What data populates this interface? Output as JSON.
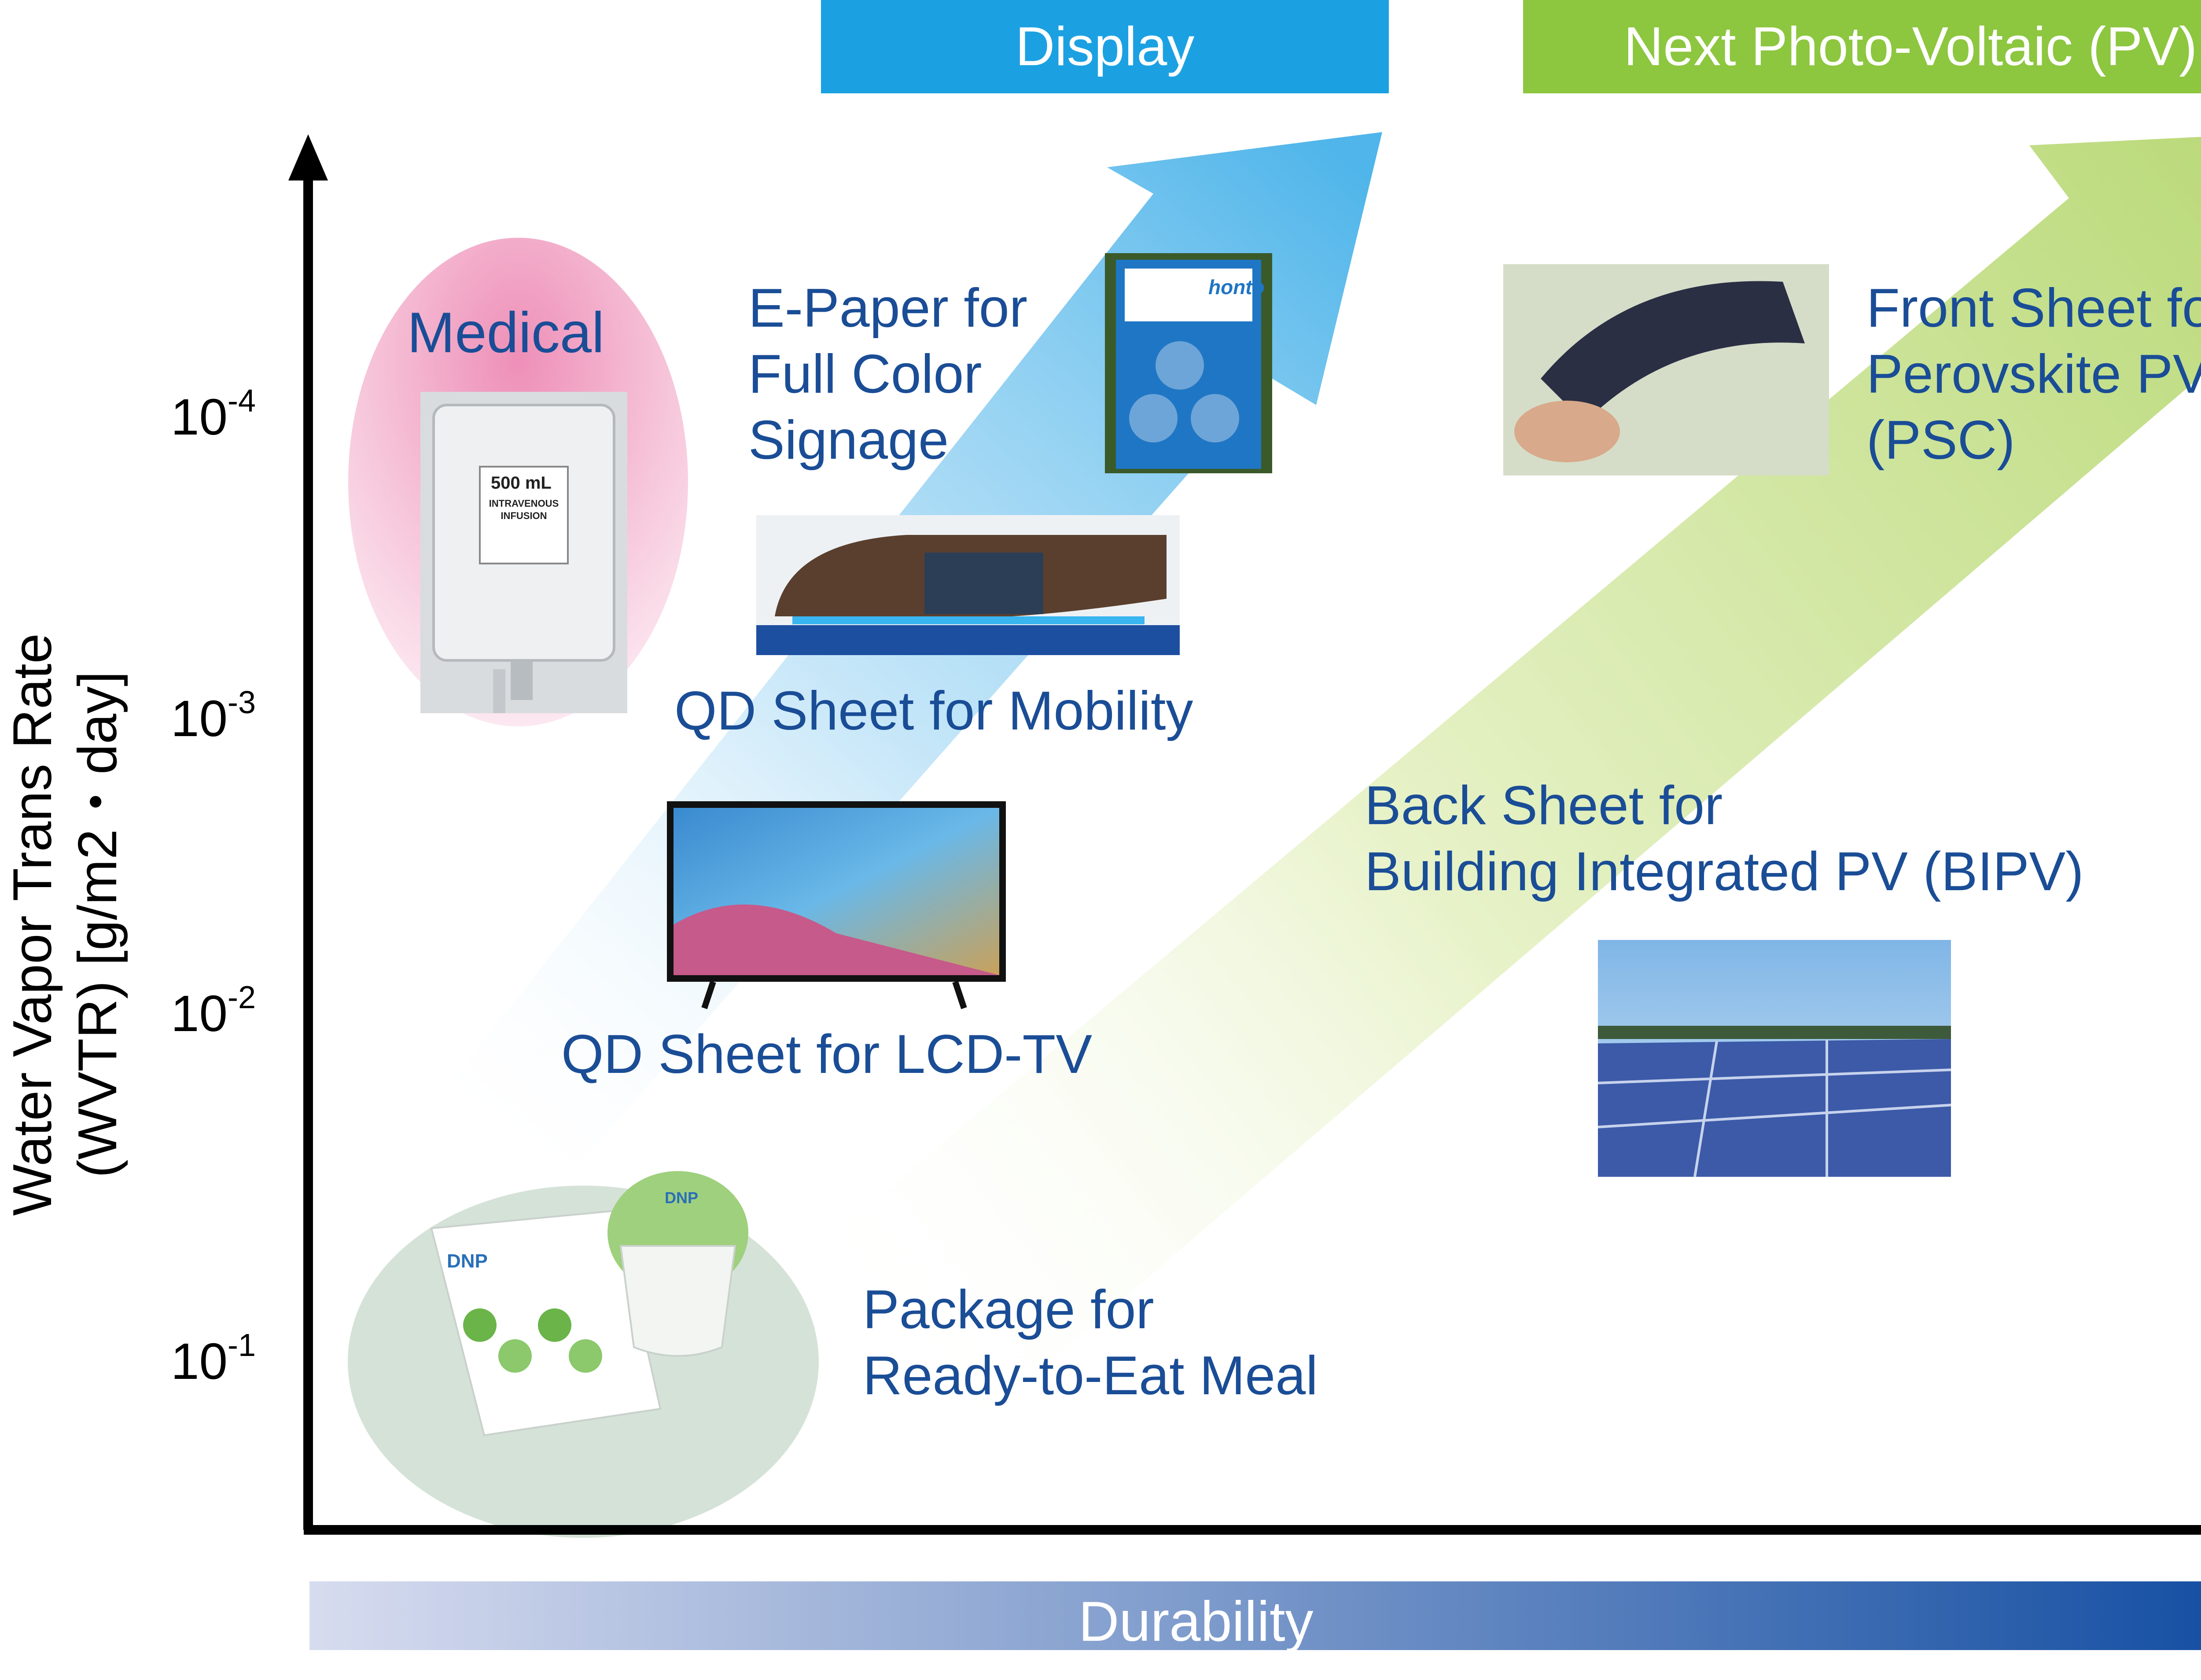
{
  "header": {
    "display_banner": "Display",
    "pv_banner": "Next Photo-Voltaic (PV)"
  },
  "axes": {
    "y_label_line1": "Water Vapor Trans Rate",
    "y_label_line2": "(WVTR) [g/m2・day]",
    "y_ticks": [
      {
        "base": "10",
        "exp": "-4"
      },
      {
        "base": "10",
        "exp": "-3"
      },
      {
        "base": "10",
        "exp": "-2"
      },
      {
        "base": "10",
        "exp": "-1"
      }
    ],
    "x_label": "Durability"
  },
  "labels": {
    "medical": "Medical",
    "epaper_1": "E-Paper for",
    "epaper_2": "Full Color",
    "epaper_3": "Signage",
    "qd_mobility": "QD Sheet for Mobility",
    "qd_lcd": "QD Sheet for LCD-TV",
    "package_1": "Package for",
    "package_2": "Ready-to-Eat Meal",
    "front_1": "Front Sheet for",
    "front_2": "Perovskite PV",
    "front_3": "(PSC)",
    "back_1": "Back Sheet for",
    "back_2": "Building Integrated PV (BIPV)"
  },
  "product_text": {
    "iv_volume": "500 mL",
    "iv_name_1": "INTRAVENOUS",
    "iv_name_2": "INFUSION",
    "pack_logo": "DNP",
    "cup_logo": "DNP",
    "signage_brand": "honto"
  },
  "colors": {
    "display_blue": "#1ba1e2",
    "pv_green": "#8dc63f",
    "label_blue": "#1a4d96",
    "durability_dark": "#0e4aa0",
    "medical_pink": "#ee8fb8"
  }
}
